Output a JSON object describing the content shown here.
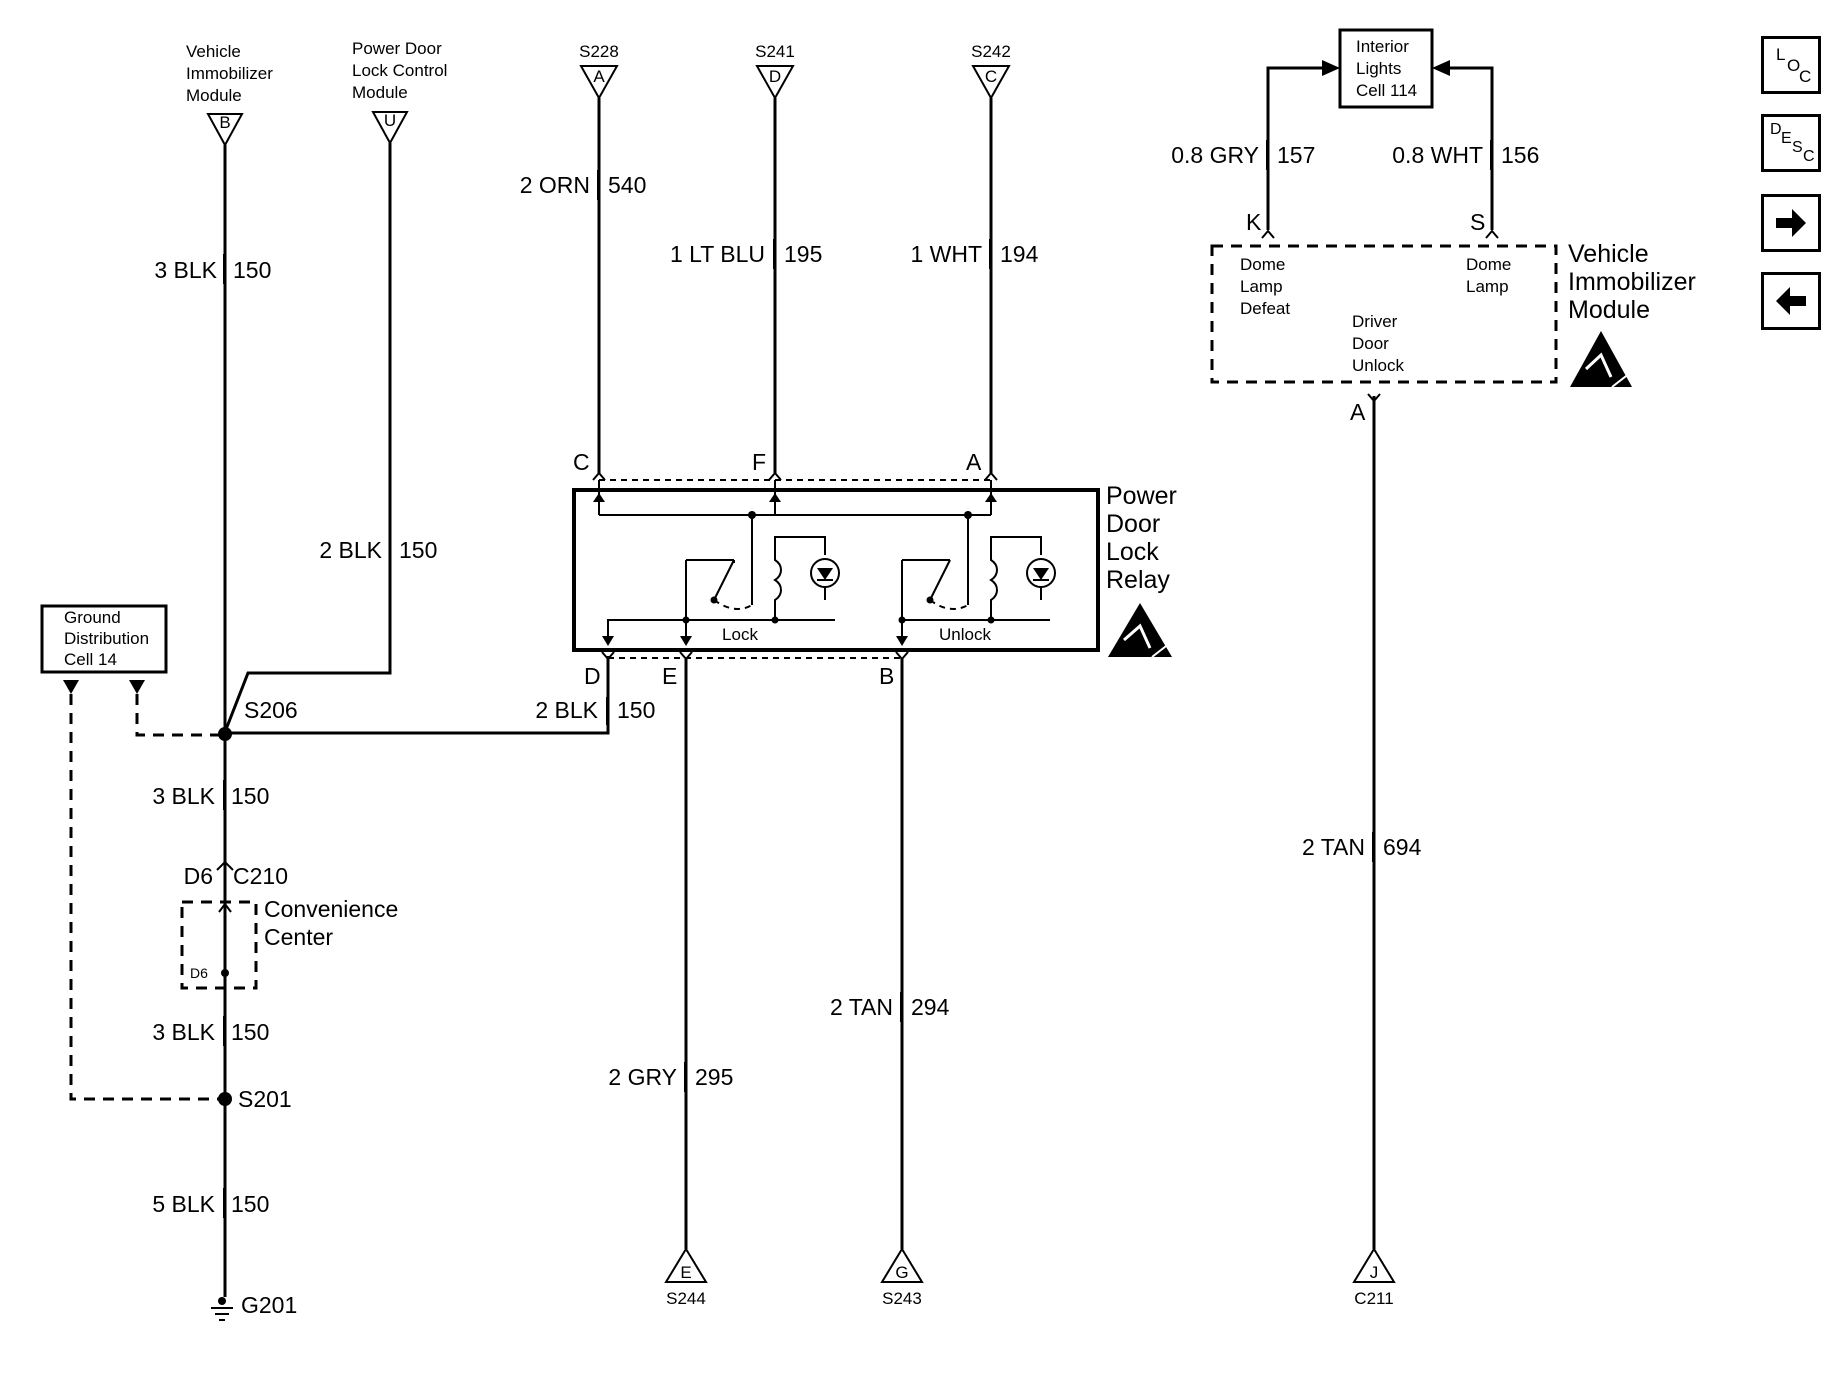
{
  "components": {
    "vim_top": {
      "line1": "Vehicle",
      "line2": "Immobilizer",
      "line3": "Module",
      "pin": "B"
    },
    "pdlcm_top": {
      "line1": "Power Door",
      "line2": "Lock Control",
      "line3": "Module",
      "pin": "U"
    },
    "s228": {
      "name": "S228",
      "pin": "A"
    },
    "s241": {
      "name": "S241",
      "pin": "D"
    },
    "s242": {
      "name": "S242",
      "pin": "C"
    },
    "interior_lights": {
      "line1": "Interior",
      "line2": "Lights",
      "line3": "Cell 114"
    },
    "ground_dist": {
      "line1": "Ground",
      "line2": "Distribution",
      "line3": "Cell 14"
    },
    "relay": {
      "line1": "Power",
      "line2": "Door",
      "line3": "Lock",
      "line4": "Relay",
      "pin_c": "C",
      "pin_f": "F",
      "pin_a": "A",
      "pin_d": "D",
      "pin_e": "E",
      "pin_b": "B",
      "lock_label": "Lock",
      "unlock_label": "Unlock"
    },
    "vim_right": {
      "line1": "Vehicle",
      "line2": "Immobilizer",
      "line3": "Module",
      "pin_k": "K",
      "pin_s": "S",
      "pin_a": "A",
      "dome_defeat_1": "Dome",
      "dome_defeat_2": "Lamp",
      "dome_defeat_3": "Defeat",
      "dome_lamp_1": "Dome",
      "dome_lamp_2": "Lamp",
      "unlock_1": "Driver",
      "unlock_2": "Door",
      "unlock_3": "Unlock"
    },
    "convenience": {
      "line1": "Convenience",
      "line2": "Center",
      "inner_pin": "D6"
    },
    "c210": {
      "pin": "D6",
      "name": "C210"
    },
    "splices": {
      "s206": "S206",
      "s201": "S201"
    },
    "ground": {
      "name": "G201"
    },
    "bottom": {
      "s244": {
        "name": "S244",
        "pin": "E"
      },
      "s243": {
        "name": "S243",
        "pin": "G"
      },
      "c211": {
        "name": "C211",
        "pin": "J"
      }
    }
  },
  "wires": {
    "w1": {
      "gauge": "3 BLK",
      "circuit": "150"
    },
    "w2": {
      "gauge": "2 BLK",
      "circuit": "150"
    },
    "w3": {
      "gauge": "2 BLK",
      "circuit": "150"
    },
    "w4": {
      "gauge": "3 BLK",
      "circuit": "150"
    },
    "w5": {
      "gauge": "3 BLK",
      "circuit": "150"
    },
    "w6": {
      "gauge": "5 BLK",
      "circuit": "150"
    },
    "orn": {
      "gauge": "2 ORN",
      "circuit": "540"
    },
    "ltblu": {
      "gauge": "1 LT BLU",
      "circuit": "195"
    },
    "wht": {
      "gauge": "1 WHT",
      "circuit": "194"
    },
    "gry157": {
      "gauge": "0.8 GRY",
      "circuit": "157"
    },
    "wht156": {
      "gauge": "0.8 WHT",
      "circuit": "156"
    },
    "gry295": {
      "gauge": "2 GRY",
      "circuit": "295"
    },
    "tan294": {
      "gauge": "2 TAN",
      "circuit": "294"
    },
    "tan694": {
      "gauge": "2 TAN",
      "circuit": "694"
    }
  },
  "nav": {
    "loc": {
      "l1": "L",
      "l2": "O",
      "l3": "C"
    },
    "desc": {
      "l1": "D",
      "l2": "E",
      "l3": "S",
      "l4": "C"
    },
    "icons": {
      "forward": "right-arrow-icon",
      "back": "left-arrow-icon"
    }
  }
}
